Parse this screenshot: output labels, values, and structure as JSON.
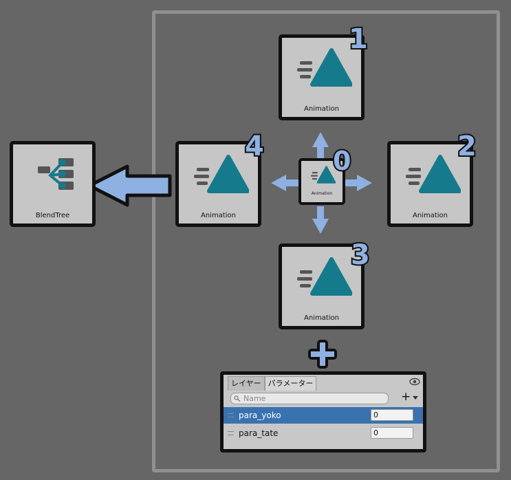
{
  "nodes": {
    "blendtree": {
      "label": "BlendTree"
    },
    "anim1": {
      "label": "Animation",
      "number": "1"
    },
    "anim2": {
      "label": "Animation",
      "number": "2"
    },
    "anim3": {
      "label": "Animation",
      "number": "3"
    },
    "anim4": {
      "label": "Animation",
      "number": "4"
    },
    "anim0": {
      "label": "Animation",
      "number": "0"
    }
  },
  "plus_symbol": "+",
  "parameters_panel": {
    "tabs": [
      {
        "label": "レイヤー"
      },
      {
        "label": "パラメーター"
      }
    ],
    "active_tab": "パラメーター",
    "search": {
      "placeholder": "Name"
    },
    "add_button": "+",
    "parameters": [
      {
        "name": "para_yoko",
        "value": "0",
        "selected": true
      },
      {
        "name": "para_tate",
        "value": "0",
        "selected": false
      }
    ]
  },
  "colors": {
    "background": "#666666",
    "frame": "#909090",
    "node": "#c6c6c6",
    "accent_blue": "#8fb0e2",
    "anim_teal": "#157a8c",
    "selection": "#3a72b0"
  }
}
